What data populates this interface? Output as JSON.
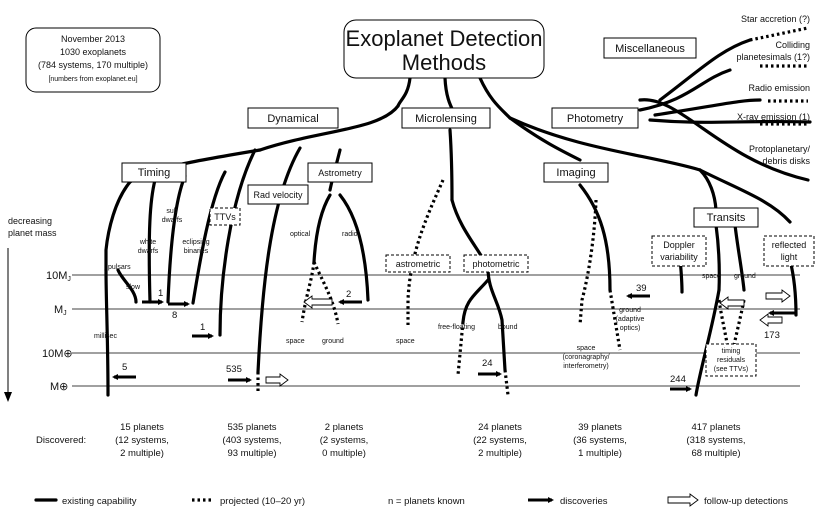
{
  "title": [
    "Exoplanet Detection",
    "Methods"
  ],
  "stats": [
    "November 2013",
    "1030 exoplanets",
    "(784 systems, 170 multiple)",
    "[numbers from exoplanet.eu]"
  ],
  "axis": [
    "decreasing",
    "planet mass"
  ],
  "mass_levels": [
    {
      "base": "10M",
      "sub": "J"
    },
    {
      "base": "M",
      "sub": "J"
    },
    {
      "base": "10M⊕",
      "sub": ""
    },
    {
      "base": "M⊕",
      "sub": ""
    }
  ],
  "categories": {
    "dynamical": "Dynamical",
    "microlensing": "Microlensing",
    "photometry": "Photometry",
    "miscellaneous": "Miscellaneous",
    "timing": "Timing",
    "rad_velocity": "Rad velocity",
    "astrometry": "Astrometry",
    "imaging": "Imaging",
    "transits": "Transits",
    "ttvs": "TTVs",
    "astrometric": "astrometric",
    "photometric": "photometric",
    "doppler": [
      "Doppler",
      "variability"
    ],
    "reflected": [
      "reflected",
      "light"
    ]
  },
  "misc_items": [
    [
      "Star accretion (?)"
    ],
    [
      "Colliding",
      "planetesimals (1?)"
    ],
    [
      "Radio emission"
    ],
    [
      "X-ray emission (1)"
    ],
    [
      "Protoplanetary/",
      "debris disks"
    ]
  ],
  "labels": {
    "pulsars": "pulsars",
    "slow": "slow",
    "millisec": "millisec",
    "white_dwarfs": [
      "white",
      "dwarfs"
    ],
    "sub_dwarfs": [
      "sub",
      "dwarfs"
    ],
    "eclipsing": [
      "eclipsing",
      "binaries"
    ],
    "optical": "optical",
    "radio": "radio",
    "astro_space": "space",
    "astro_ground": "ground",
    "micro_space": "space",
    "free_floating": "free-floating",
    "bound": "bound",
    "img_space": [
      "space",
      "(coronagraphy/",
      "interferometry)"
    ],
    "img_ground": [
      "ground",
      "(adaptive",
      "optics)"
    ],
    "tr_space": "space",
    "tr_ground": "ground",
    "timing_residuals": [
      "timing",
      "residuals",
      "(see TTVs)"
    ]
  },
  "counts": {
    "n1": "1",
    "n8": "8",
    "n1b": "1",
    "n5": "5",
    "n535": "535",
    "n2": "2",
    "n24": "24",
    "n39": "39",
    "n244": "244",
    "n173": "173"
  },
  "discovered_label": "Discovered:",
  "discovered": [
    [
      "15 planets",
      "(12 systems,",
      "2 multiple)"
    ],
    [
      "535 planets",
      "(403 systems,",
      "93 multiple)"
    ],
    [
      "2 planets",
      "(2 systems,",
      "0 multiple)"
    ],
    [
      "24 planets",
      "(22 systems,",
      "2 multiple)"
    ],
    [
      "39 planets",
      "(36 systems,",
      "1 multiple)"
    ],
    [
      "417 planets",
      "(318 systems,",
      "68 multiple)"
    ]
  ],
  "legend": {
    "existing": "existing capability",
    "projected": "projected (10–20 yr)",
    "n_known": "n = planets known",
    "discoveries": "discoveries",
    "followup": "follow-up detections"
  }
}
